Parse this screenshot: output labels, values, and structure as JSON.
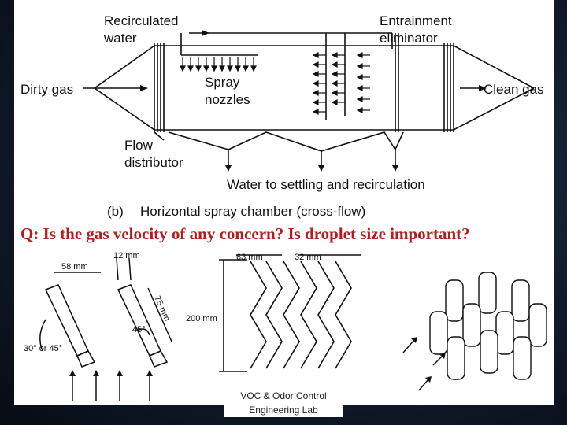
{
  "diagram_top": {
    "label_recirculated_1": "Recirculated",
    "label_recirculated_2": "water",
    "label_entrainment_1": "Entrainment",
    "label_entrainment_2": "eliminator",
    "label_dirty_gas": "Dirty gas",
    "label_clean_gas": "Clean gas",
    "label_spray_1": "Spray",
    "label_spray_2": "nozzles",
    "label_flow_1": "Flow",
    "label_flow_2": "distributor",
    "label_water_settling": "Water to settling and recirculation",
    "caption_letter": "(b)",
    "caption_text": "Horizontal spray chamber (cross-flow)"
  },
  "question": "Q: Is the gas velocity of any concern?  Is droplet size important?",
  "diagram_bottom": {
    "dim_12mm": "12 mm",
    "dim_58mm": "58 mm",
    "dim_75mm": "75 mm",
    "angle_45": "45°",
    "angle_30_45": "30° or 45°",
    "dim_63mm": "63 mm",
    "dim_32mm": "32 mm",
    "dim_200mm": "200 mm"
  },
  "footer": {
    "line1": "VOC & Odor Control",
    "line2": "Engineering Lab"
  }
}
